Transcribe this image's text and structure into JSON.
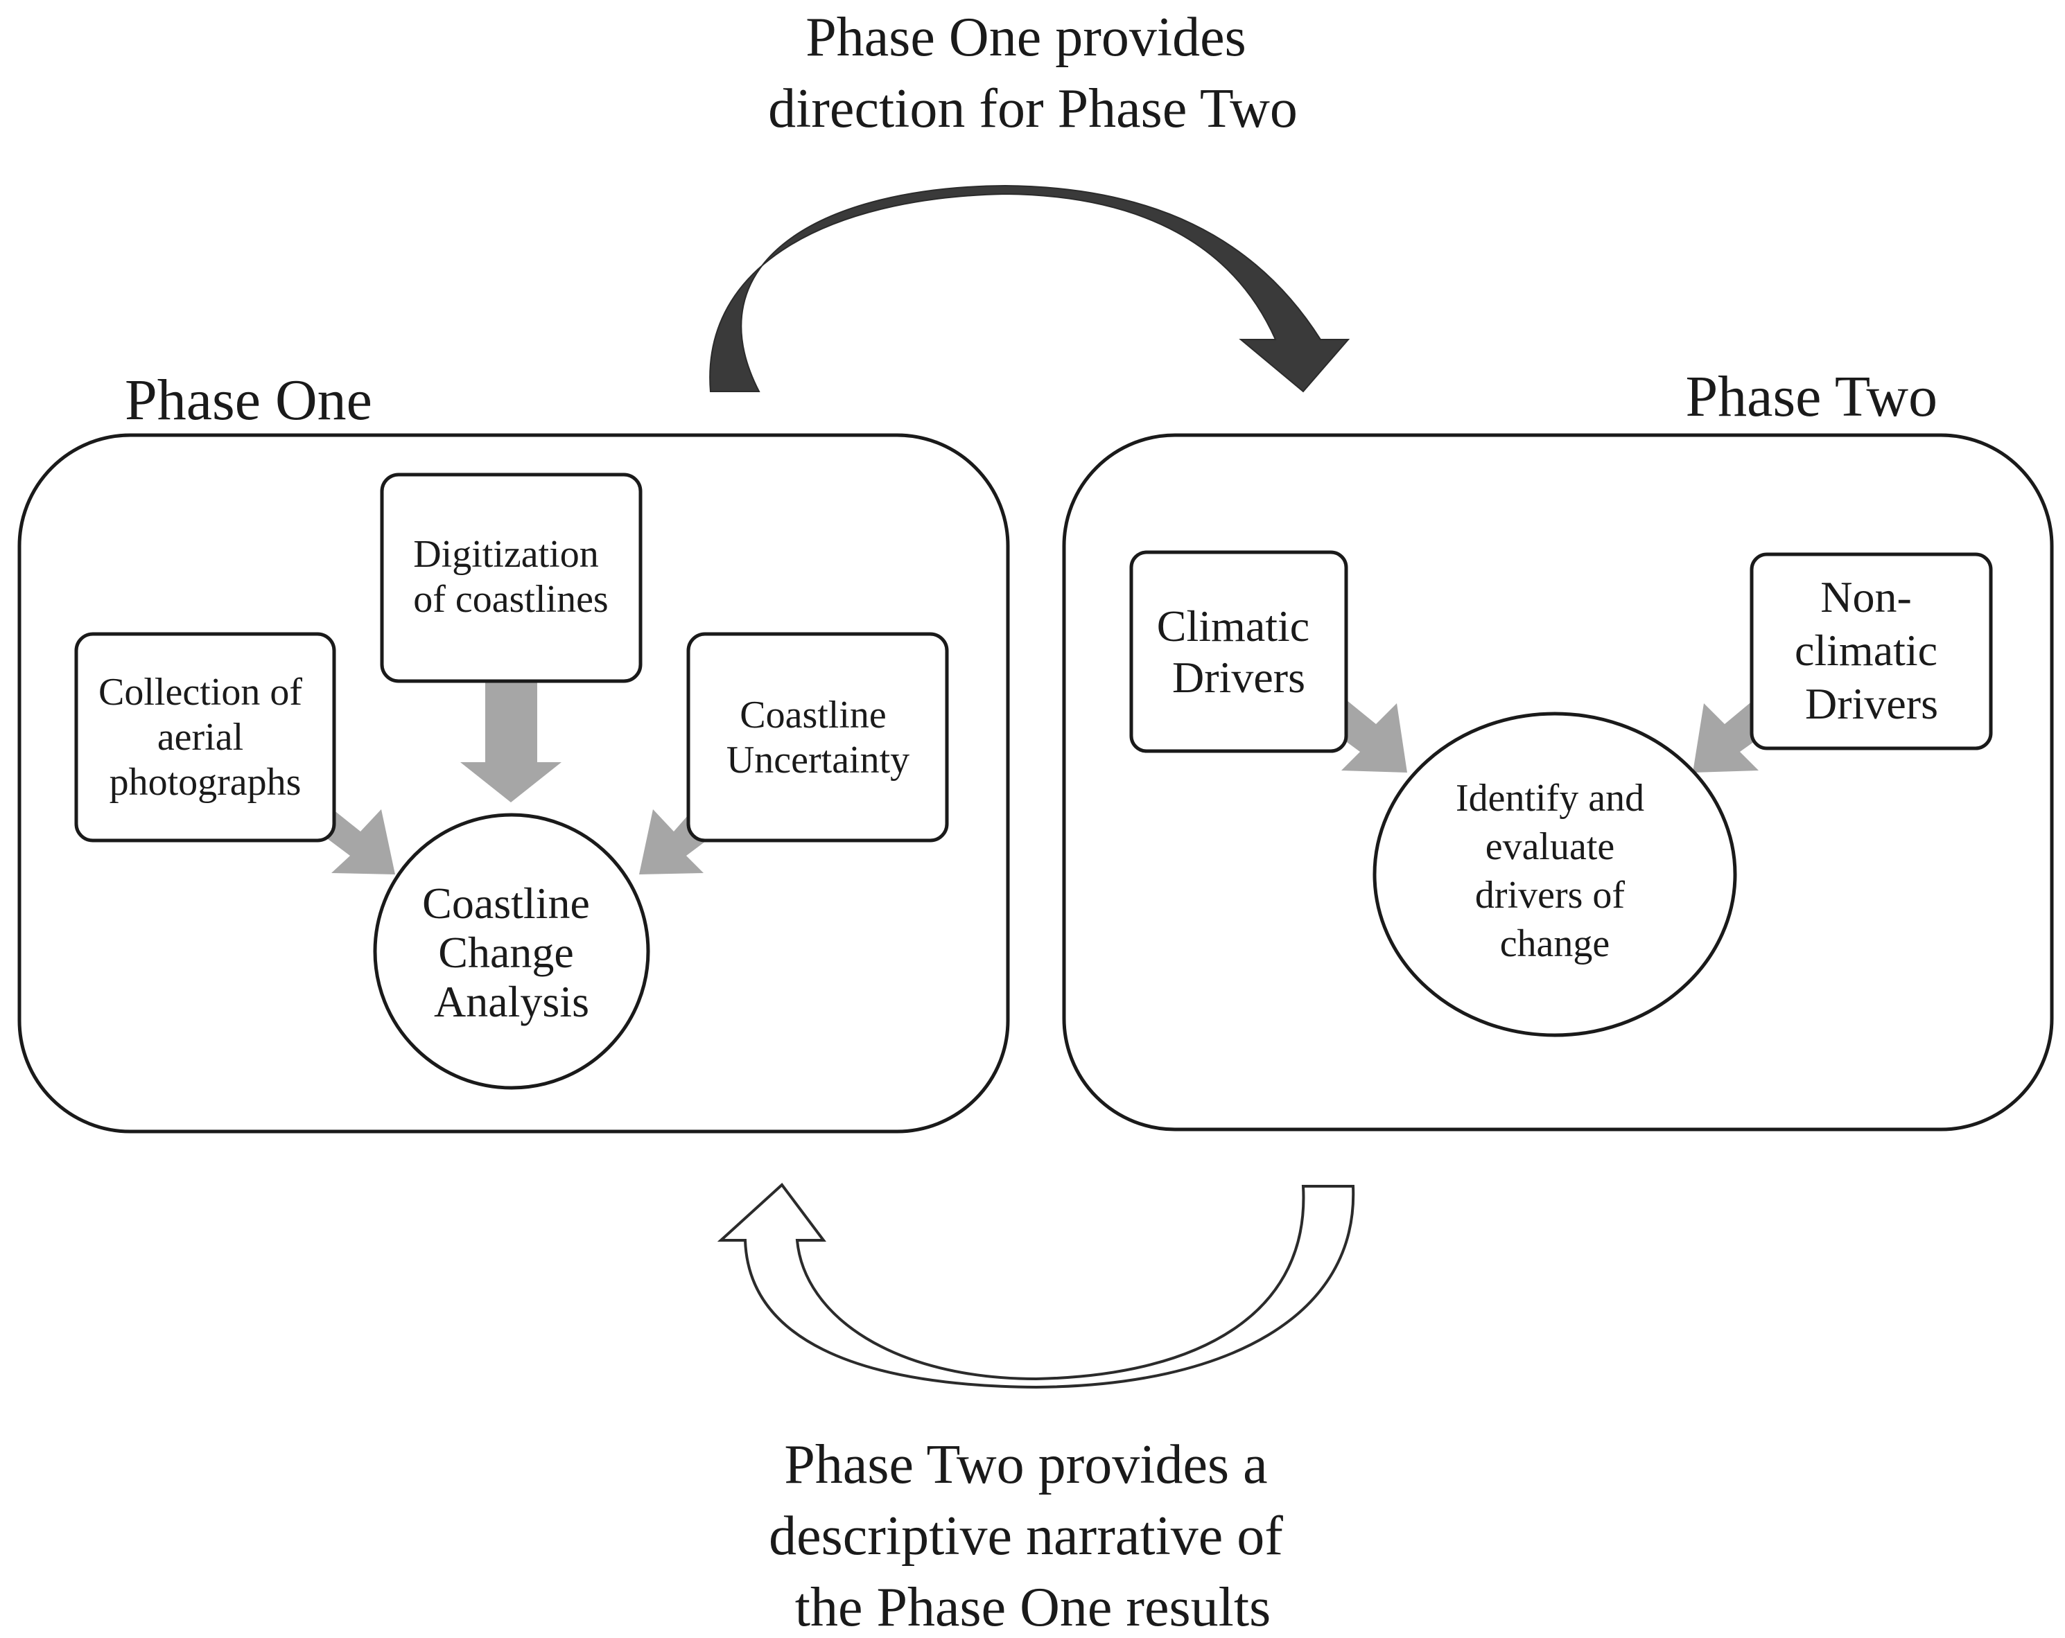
{
  "top_caption": {
    "lines": [
      "Phase One provides",
      "direction for Phase Two"
    ]
  },
  "bottom_caption": {
    "lines": [
      "Phase Two provides a",
      "descriptive narrative of",
      "the Phase One results"
    ]
  },
  "phase_one": {
    "title": "Phase One",
    "inputs": [
      {
        "lines": [
          "Collection of",
          "aerial",
          "photographs"
        ]
      },
      {
        "lines": [
          "Digitization",
          "of coastlines"
        ]
      },
      {
        "lines": [
          "Coastline",
          "Uncertainty"
        ]
      }
    ],
    "center": {
      "lines": [
        "Coastline",
        "Change",
        "Analysis"
      ]
    }
  },
  "phase_two": {
    "title": "Phase Two",
    "inputs": [
      {
        "lines": [
          "Climatic",
          "Drivers"
        ]
      },
      {
        "lines": [
          "Non-",
          "climatic",
          "Drivers"
        ]
      }
    ],
    "center": {
      "lines": [
        "Identify and",
        "evaluate",
        "drivers of",
        "change"
      ]
    }
  },
  "colors": {
    "feed_arrow": "#a6a6a6",
    "forward_arrow": "#3a3a3a",
    "outline": "#1a1a1a"
  }
}
